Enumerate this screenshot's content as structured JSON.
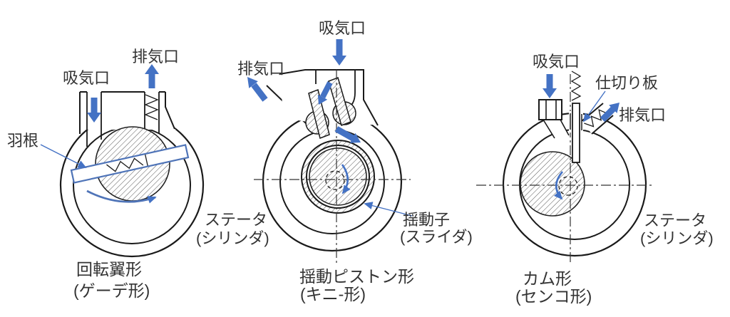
{
  "colors": {
    "arrow_blue": "#4472C4",
    "vane_blue": "#4f74b8",
    "line": "#1a1a1a",
    "text": "#333333"
  },
  "diagrams": [
    {
      "id": "rotary-vane",
      "title1": "回転翼形",
      "title2": "(ゲーデ形)",
      "intake": "吸気口",
      "exhaust": "排気口",
      "vane": "羽根"
    },
    {
      "id": "oscillating-piston",
      "title1": "揺動ピストン形",
      "title2": "(キニ-形)",
      "intake": "吸気口",
      "exhaust": "排気口",
      "stator1": "ステータ",
      "stator2": "(シリンダ)",
      "slider1": "揺動子",
      "slider2": "(スライダ)"
    },
    {
      "id": "cam",
      "title1": "カム形",
      "title2": "(センコ形)",
      "intake": "吸気口",
      "exhaust": "排気口",
      "partition": "仕切り板",
      "stator1": "ステータ",
      "stator2": "(シリンダ)"
    }
  ]
}
